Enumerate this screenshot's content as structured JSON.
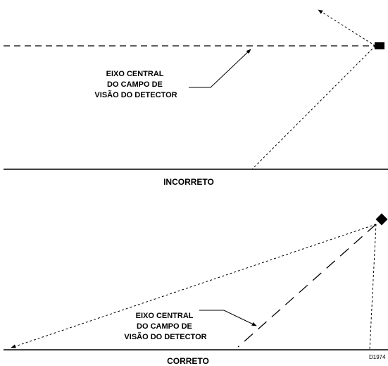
{
  "top_panel": {
    "axis_label": [
      "EIXO CENTRAL",
      "DO CAMPO DE",
      "VISÃO DO DETECTOR"
    ],
    "caption": "INCORRETO"
  },
  "bottom_panel": {
    "axis_label": [
      "EIXO CENTRAL",
      "DO CAMPO DE",
      "VISÃO DO DETECTOR"
    ],
    "caption": "CORRETO"
  },
  "figure_code": "D1974"
}
